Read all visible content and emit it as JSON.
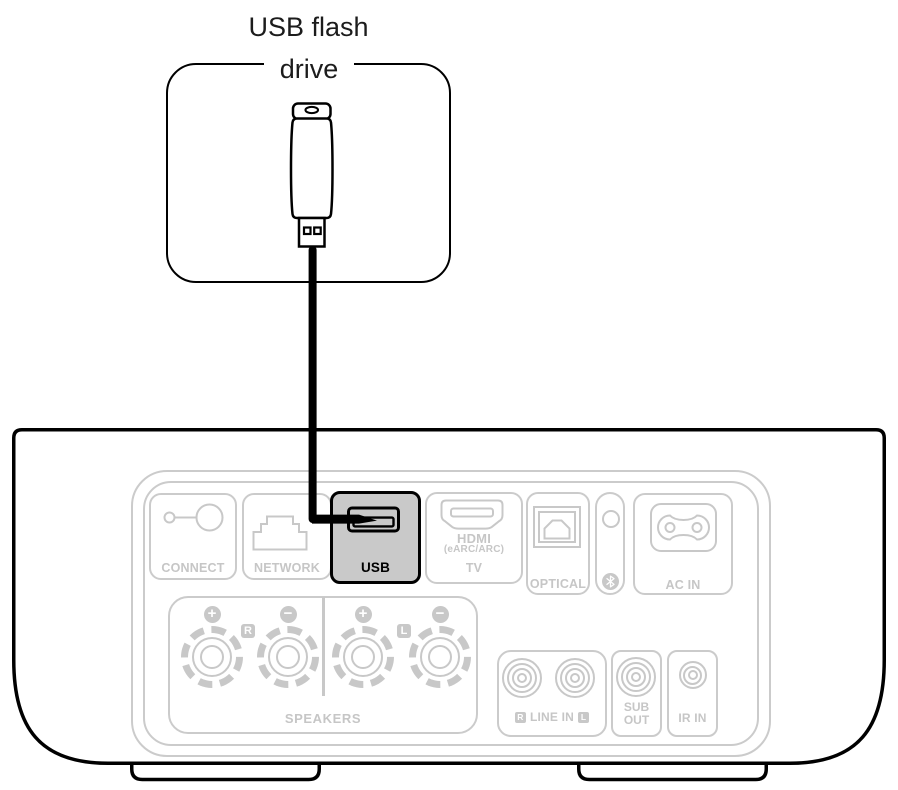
{
  "diagram": {
    "title": {
      "line1": "USB flash",
      "line2": "drive"
    },
    "highlight": {
      "target_port": "USB"
    }
  },
  "labels": {
    "connect": "CONNECT",
    "network": "NETWORK",
    "usb": "USB",
    "hdmi_line1": "HDMI",
    "hdmi_line2": "(eARC/ARC)",
    "hdmi_line3": "TV",
    "optical": "OPTICAL",
    "ac_in": "AC IN",
    "speakers": "SPEAKERS",
    "speaker_r": "R",
    "speaker_l": "L",
    "plus": "+",
    "minus": "−",
    "line_in_r": "R",
    "line_in": "LINE IN",
    "line_in_l": "L",
    "sub_out_line1": "SUB",
    "sub_out_line2": "OUT",
    "ir_in": "IR IN"
  },
  "icons": {
    "flash_drive": "usb-flash-drive-illustration",
    "cable": "usb-cable-line",
    "connect": "connect-jack-icon",
    "network": "ethernet-port-icon",
    "usb": "usb-port-icon",
    "hdmi": "hdmi-port-icon",
    "optical": "optical-port-icon",
    "bluetooth": "bluetooth-icon",
    "ac_in": "ac-inlet-icon",
    "speaker_posts": "binding-post-icon",
    "rca": "rca-jack-icon"
  },
  "colors": {
    "outline": "#000000",
    "panel_gray": "#c8c8c8",
    "label_gray": "#c6c6c6",
    "usb_highlight_fill": "#c9c9c9",
    "background": "#ffffff"
  }
}
